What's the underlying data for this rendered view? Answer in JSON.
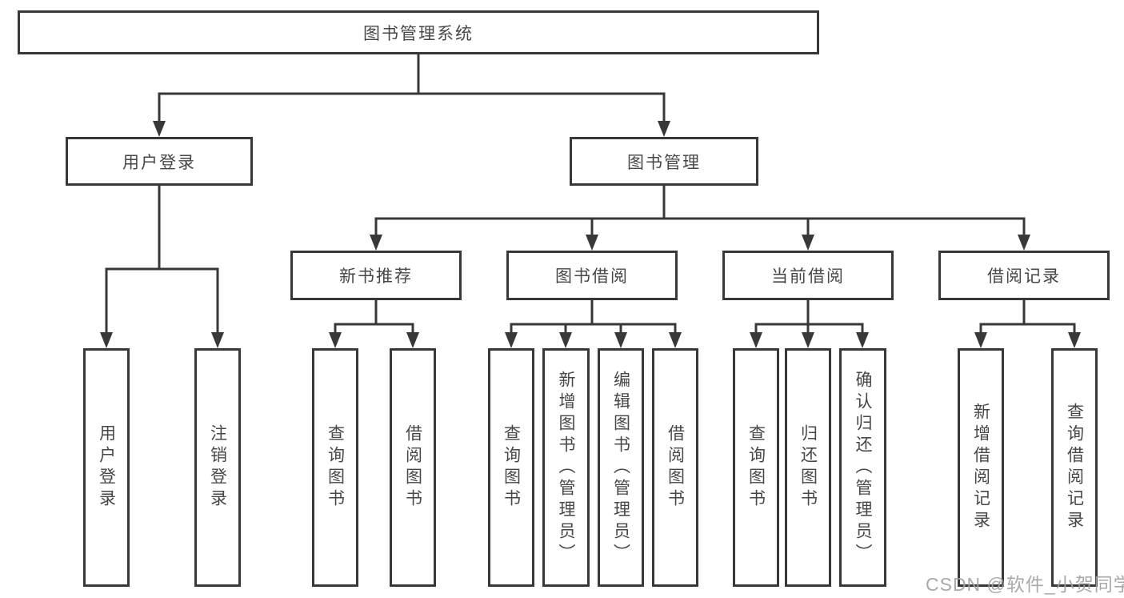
{
  "tree": {
    "root": {
      "label": "图书管理系统",
      "children": [
        {
          "label": "用户登录",
          "children": [
            {
              "label": "用户登录"
            },
            {
              "label": "注销登录"
            }
          ]
        },
        {
          "label": "图书管理",
          "children": [
            {
              "label": "新书推荐",
              "children": [
                {
                  "label": "查询图书"
                },
                {
                  "label": "借阅图书"
                }
              ]
            },
            {
              "label": "图书借阅",
              "children": [
                {
                  "label": "查询图书"
                },
                {
                  "label": "新增图书（管理员）"
                },
                {
                  "label": "编辑图书（管理员）"
                },
                {
                  "label": "借阅图书"
                }
              ]
            },
            {
              "label": "当前借阅",
              "children": [
                {
                  "label": "查询图书"
                },
                {
                  "label": "归还图书"
                },
                {
                  "label": "确认归还（管理员）"
                }
              ]
            },
            {
              "label": "借阅记录",
              "children": [
                {
                  "label": "新增借阅记录"
                },
                {
                  "label": "查询借阅记录"
                }
              ]
            }
          ]
        }
      ]
    }
  },
  "watermark": "CSDN @软件_小贺同学",
  "colors": {
    "line": "#383838",
    "box_border": "#383838",
    "box_background": "#ffffff",
    "text": "#474747",
    "watermark": "#a2a2a2"
  }
}
